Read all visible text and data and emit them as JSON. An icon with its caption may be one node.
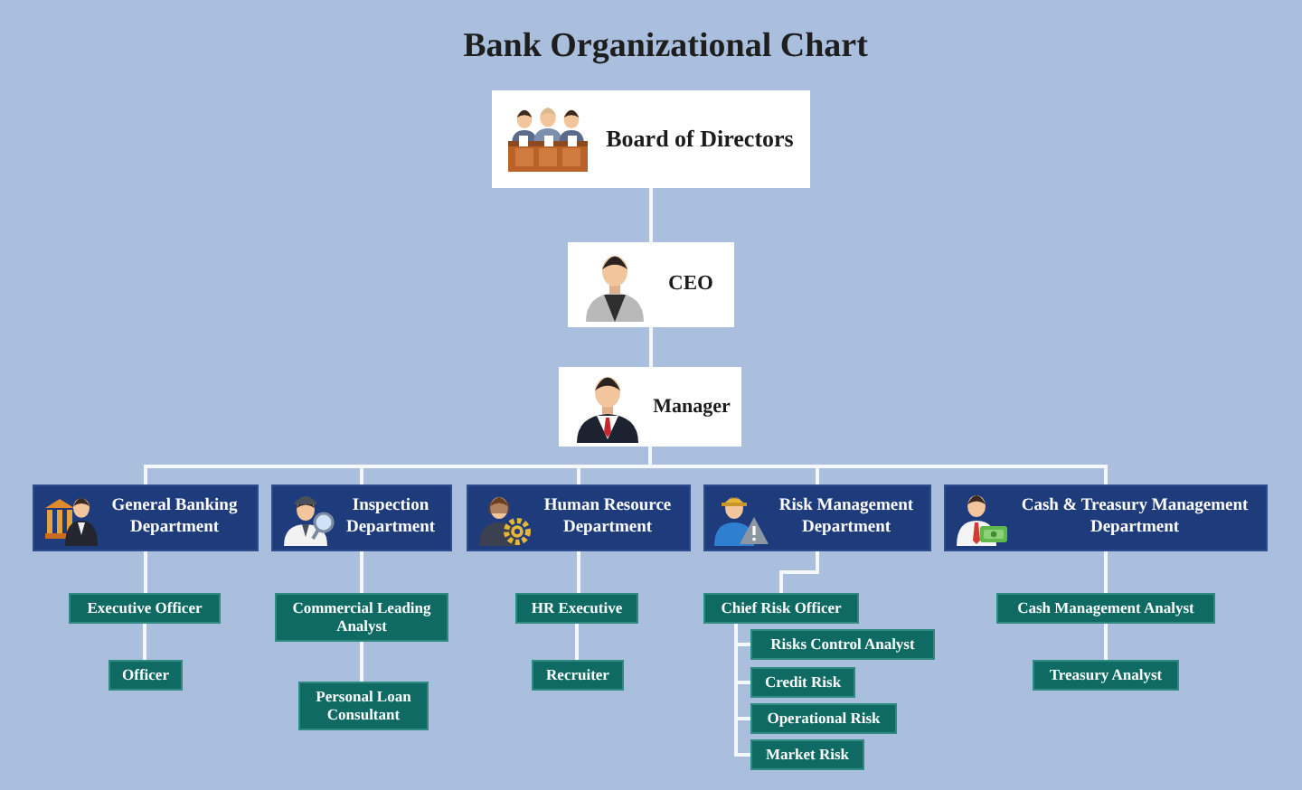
{
  "diagram": {
    "title": "Bank Organizational Chart",
    "nodes": [
      {
        "text": [
          "Board of Directors"
        ]
      },
      {
        "text": [
          "CEO"
        ]
      },
      {
        "text": [
          "Manager"
        ]
      },
      {
        "text": [
          "General Banking Department"
        ]
      },
      {
        "text": [
          "Inspection Department"
        ]
      },
      {
        "text": [
          "Human Resource Department"
        ]
      },
      {
        "text": [
          "Risk Management Department"
        ]
      },
      {
        "text": [
          "Cash & Treasury Management Department"
        ]
      },
      {
        "text": [
          "Executive Officer"
        ]
      },
      {
        "text": [
          "Officer"
        ]
      },
      {
        "text": [
          "Commercial Leading Analyst"
        ]
      },
      {
        "text": [
          "Personal Loan Consultant"
        ]
      },
      {
        "text": [
          "HR Executive"
        ]
      },
      {
        "text": [
          "Recruiter"
        ]
      },
      {
        "text": [
          "Chief Risk Officer"
        ]
      },
      {
        "text": [
          "Risks Control Analyst"
        ]
      },
      {
        "text": [
          "Credit Risk"
        ]
      },
      {
        "text": [
          "Operational Risk"
        ]
      },
      {
        "text": [
          "Market Risk"
        ]
      },
      {
        "text": [
          "Cash Management Analyst"
        ]
      },
      {
        "text": [
          "Treasury Analyst"
        ]
      }
    ],
    "edges": [
      {
        "from": 0,
        "to": 1,
        "arrow": "none"
      },
      {
        "from": 1,
        "to": 2,
        "arrow": "none"
      },
      {
        "from": 2,
        "to": 3,
        "arrow": "none"
      },
      {
        "from": 2,
        "to": 4,
        "arrow": "none"
      },
      {
        "from": 2,
        "to": 5,
        "arrow": "none"
      },
      {
        "from": 2,
        "to": 6,
        "arrow": "none"
      },
      {
        "from": 2,
        "to": 7,
        "arrow": "none"
      },
      {
        "from": 3,
        "to": 8,
        "arrow": "none"
      },
      {
        "from": 8,
        "to": 9,
        "arrow": "none"
      },
      {
        "from": 4,
        "to": 10,
        "arrow": "none"
      },
      {
        "from": 10,
        "to": 11,
        "arrow": "none"
      },
      {
        "from": 5,
        "to": 12,
        "arrow": "none"
      },
      {
        "from": 12,
        "to": 13,
        "arrow": "none"
      },
      {
        "from": 6,
        "to": 14,
        "arrow": "none"
      },
      {
        "from": 14,
        "to": 15,
        "arrow": "none"
      },
      {
        "from": 14,
        "to": 16,
        "arrow": "none"
      },
      {
        "from": 14,
        "to": 17,
        "arrow": "none"
      },
      {
        "from": 14,
        "to": 18,
        "arrow": "none"
      },
      {
        "from": 7,
        "to": 19,
        "arrow": "none"
      },
      {
        "from": 19,
        "to": 20,
        "arrow": "none"
      }
    ]
  }
}
